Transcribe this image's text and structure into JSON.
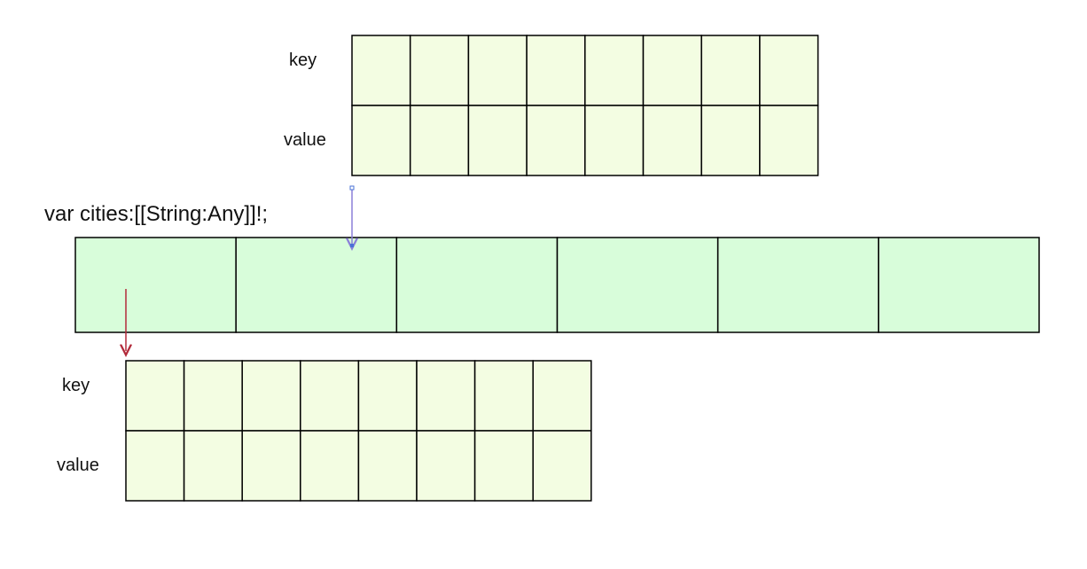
{
  "colors": {
    "dictionary_fill": "#f3fde2",
    "array_fill": "#d8fdda",
    "border": "#000000",
    "top_arrow": "#8b7fd9",
    "bottom_arrow": "#b22a3a",
    "handle": "#4a72d6"
  },
  "declaration": "var cities:[[String:Any]]!;",
  "top_dictionary": {
    "key_label": "key",
    "value_label": "value",
    "columns": 8
  },
  "array": {
    "cells": 6
  },
  "bottom_dictionary": {
    "key_label": "key",
    "value_label": "value",
    "columns": 8
  }
}
